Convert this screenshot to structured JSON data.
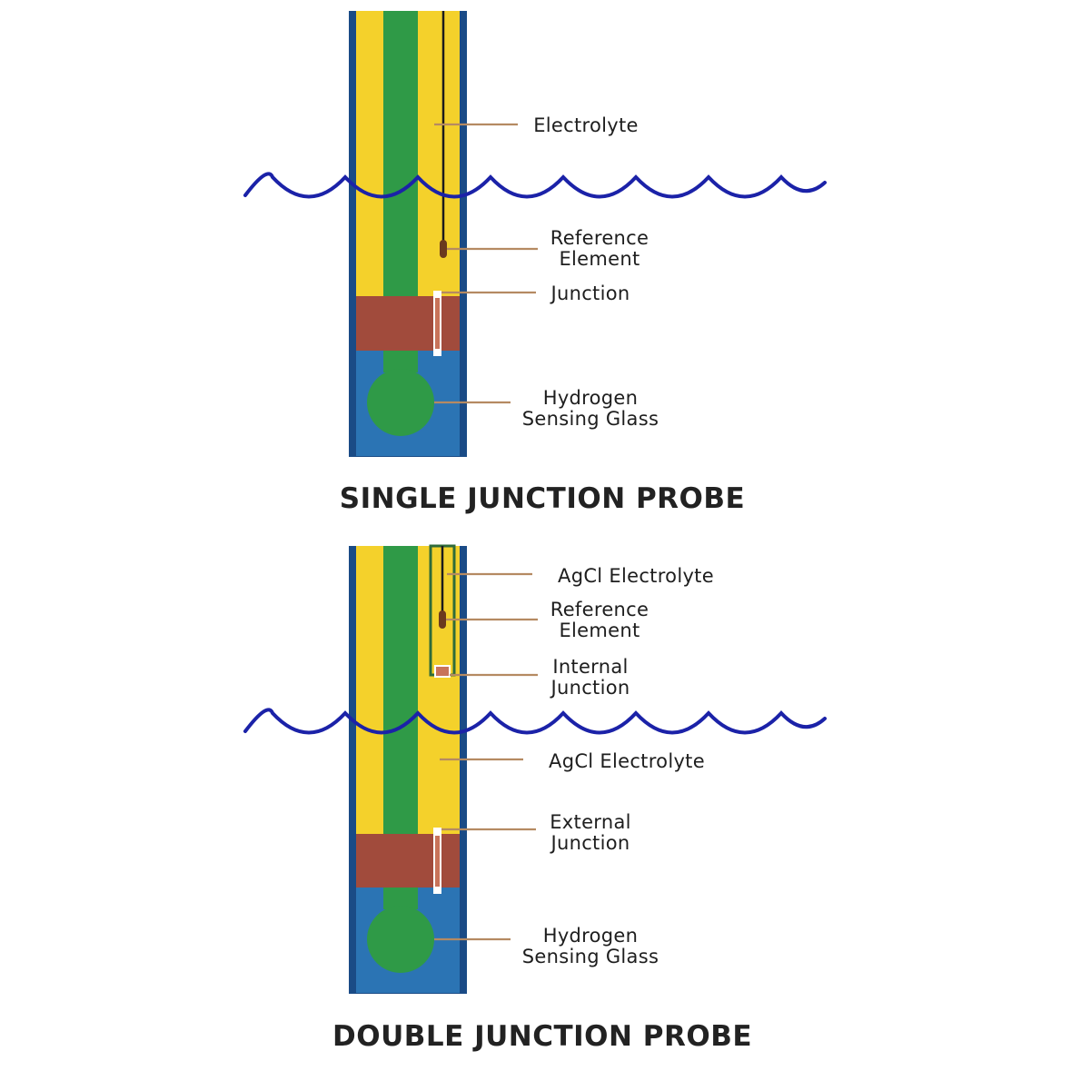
{
  "colors": {
    "casing": "#1a4b86",
    "outer_fill": "#f4d12b",
    "inner_tube": "#2f9a47",
    "junction_block": "#a14b3c",
    "bulb_chamber": "#2b74b4",
    "sensing_glass": "#2f9a47",
    "water_line": "#1b22a8",
    "leader_line": "#b58a62",
    "text": "#1e1e1e"
  },
  "single": {
    "title": "SINGLE JUNCTION PROBE",
    "labels": {
      "electrolyte": "Electrolyte",
      "reference_l1": "Reference",
      "reference_l2": "Element",
      "junction": "Junction",
      "glass_l1": "Hydrogen",
      "glass_l2": "Sensing Glass"
    }
  },
  "double": {
    "title": "DOUBLE JUNCTION PROBE",
    "labels": {
      "agcl_top": "AgCl Electrolyte",
      "reference_l1": "Reference",
      "reference_l2": "Element",
      "internal_l1": "Internal",
      "internal_l2": "Junction",
      "agcl_bottom": "AgCl Electrolyte",
      "external_l1": "External",
      "external_l2": "Junction",
      "glass_l1": "Hydrogen",
      "glass_l2": "Sensing Glass"
    }
  }
}
